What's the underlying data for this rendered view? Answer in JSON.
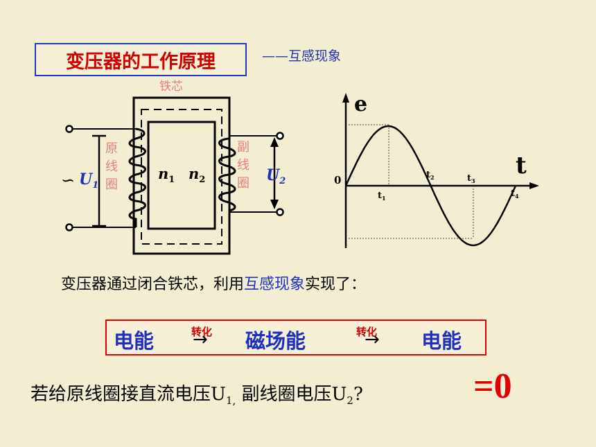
{
  "header": {
    "title": "变压器的工作原理",
    "subtitle": "——互感现象"
  },
  "transformer": {
    "core_label": "铁芯",
    "primary_label": [
      "原",
      "线",
      "圈"
    ],
    "secondary_label": [
      "副",
      "线",
      "圈"
    ],
    "ac_symbol": "∽",
    "u1": "U",
    "u1_sub": "1",
    "u2": "U",
    "u2_sub": "2",
    "n1": "n",
    "n1_sub": "1",
    "n2": "n",
    "n2_sub": "2"
  },
  "graph": {
    "y_axis": "e",
    "x_axis": "t",
    "origin": "0",
    "ticks": [
      {
        "base": "t",
        "sub": "1"
      },
      {
        "base": "t",
        "sub": "2"
      },
      {
        "base": "t",
        "sub": "3"
      },
      {
        "base": "t",
        "sub": "4"
      }
    ]
  },
  "sentence": {
    "before": "变压器通过闭合铁芯，利用",
    "highlight": "互感现象",
    "after": "实现了："
  },
  "energy": {
    "item1": "电能",
    "convert1": "转化",
    "arrow1": "→",
    "item2": "磁场能",
    "convert2": "转化",
    "arrow2": "→",
    "item3": "电能"
  },
  "question": {
    "part1": "若给原线圈接直流电压U",
    "sub1": "1,",
    "part2": " 副线圈电压U",
    "sub2": "2",
    "part3": "?"
  },
  "answer": "=0",
  "colors": {
    "background": "#f3eed2",
    "title_text": "#d00000",
    "title_border": "#2038c0",
    "blue_text": "#1f2fbf",
    "coil_label": "#e08080",
    "answer": "#e00000"
  }
}
